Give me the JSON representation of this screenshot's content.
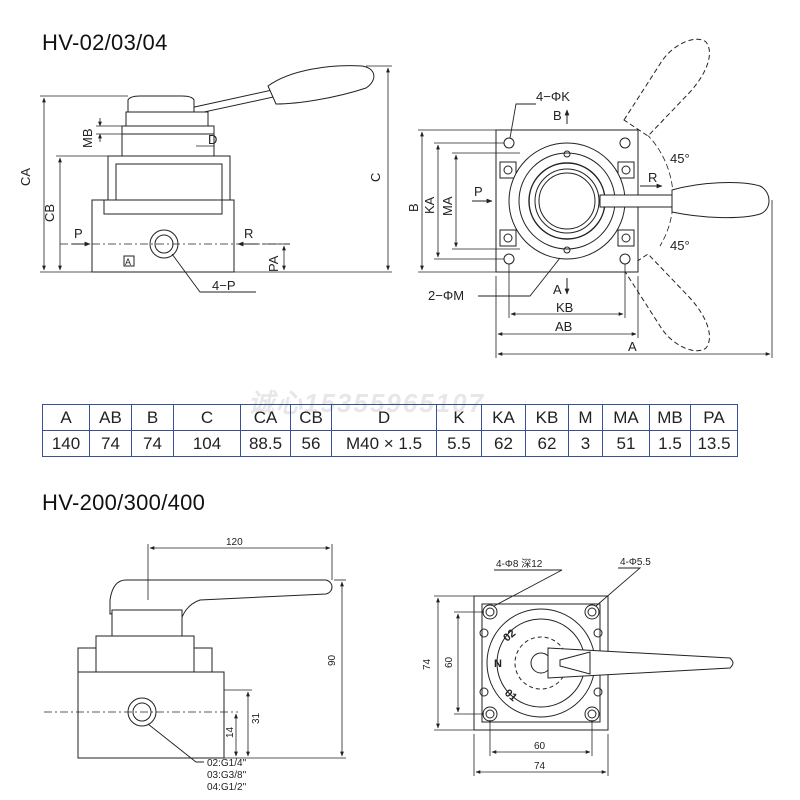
{
  "top_title": "HV-02/03/04",
  "bottom_title": "HV-200/300/400",
  "watermark": "诚心15355965107",
  "top_side_labels": {
    "CA": "CA",
    "CB": "CB",
    "MB": "MB",
    "D": "D",
    "C": "C",
    "P": "P",
    "R": "R",
    "PA": "PA",
    "A_port": "A",
    "port_callout": "4−P"
  },
  "top_plan_labels": {
    "hole_callout": "4−ΦK",
    "B_top": "B",
    "angle_top": "45°",
    "angle_bottom": "45°",
    "P": "P",
    "R": "R",
    "B": "B",
    "KA": "KA",
    "MA": "MA",
    "thread_callout": "2−ΦM",
    "A_bottom": "A",
    "KB": "KB",
    "AB": "AB",
    "A": "A"
  },
  "spec_table": {
    "headers": [
      "A",
      "AB",
      "B",
      "C",
      "CA",
      "CB",
      "D",
      "K",
      "KA",
      "KB",
      "M",
      "MA",
      "MB",
      "PA"
    ],
    "values": [
      "140",
      "74",
      "74",
      "104",
      "88.5",
      "56",
      "M40 × 1.5",
      "5.5",
      "62",
      "62",
      "3",
      "51",
      "1.5",
      "13.5"
    ]
  },
  "bottom_side_labels": {
    "width": "120",
    "height": "90",
    "dim31": "31",
    "dim14": "14",
    "ports": [
      "02:G1/4\"",
      "03:G3/8\"",
      "04:G1/2\""
    ]
  },
  "bottom_plan_labels": {
    "callout_left": "4-Φ8 深12",
    "callout_right": "4-Φ5.5",
    "dim74_v": "74",
    "dim60_v": "60",
    "dim60_h": "60",
    "dim74_h": "74",
    "mark_N": "N",
    "mark_02": "02",
    "mark_01": "01"
  },
  "colors": {
    "line": "#222222",
    "table_border": "#3a4f9a",
    "light_fill": "#f4f4f4"
  }
}
